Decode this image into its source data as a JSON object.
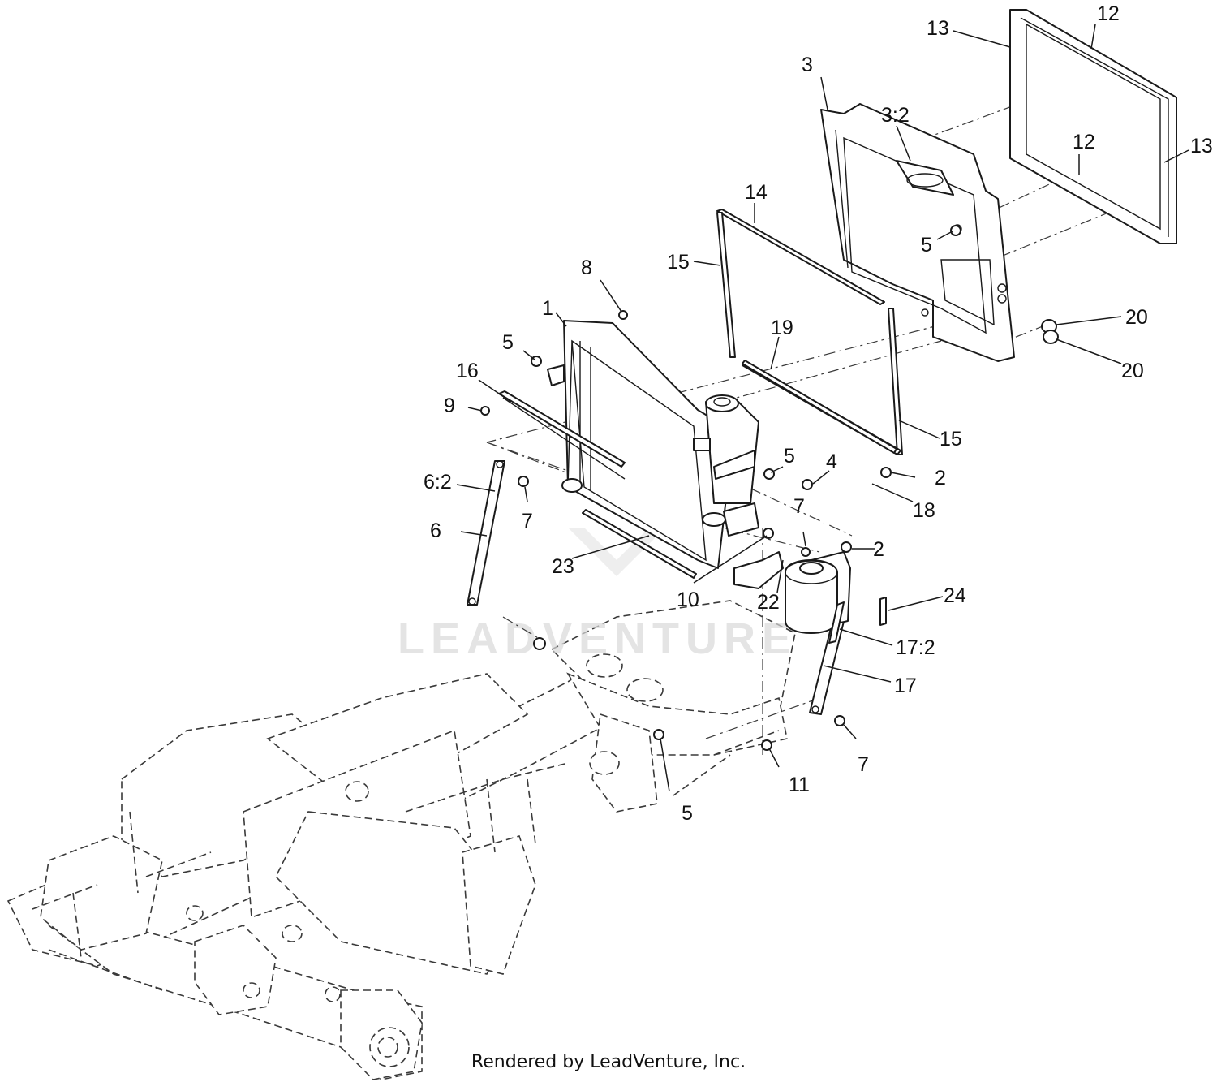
{
  "watermark": "LEADVENTURE",
  "footer": "Rendered by LeadVenture, Inc.",
  "callouts": [
    {
      "label": "1"
    },
    {
      "label": "2"
    },
    {
      "label": "2"
    },
    {
      "label": "3"
    },
    {
      "label": "3:2"
    },
    {
      "label": "4"
    },
    {
      "label": "5"
    },
    {
      "label": "5"
    },
    {
      "label": "5"
    },
    {
      "label": "5"
    },
    {
      "label": "6"
    },
    {
      "label": "6:2"
    },
    {
      "label": "7"
    },
    {
      "label": "7"
    },
    {
      "label": "7"
    },
    {
      "label": "8"
    },
    {
      "label": "9"
    },
    {
      "label": "10"
    },
    {
      "label": "11"
    },
    {
      "label": "12"
    },
    {
      "label": "12"
    },
    {
      "label": "13"
    },
    {
      "label": "13"
    },
    {
      "label": "14"
    },
    {
      "label": "15"
    },
    {
      "label": "15"
    },
    {
      "label": "16"
    },
    {
      "label": "17"
    },
    {
      "label": "17:2"
    },
    {
      "label": "18"
    },
    {
      "label": "19"
    },
    {
      "label": "20"
    },
    {
      "label": "20"
    },
    {
      "label": "22"
    },
    {
      "label": "23"
    },
    {
      "label": "24"
    }
  ]
}
